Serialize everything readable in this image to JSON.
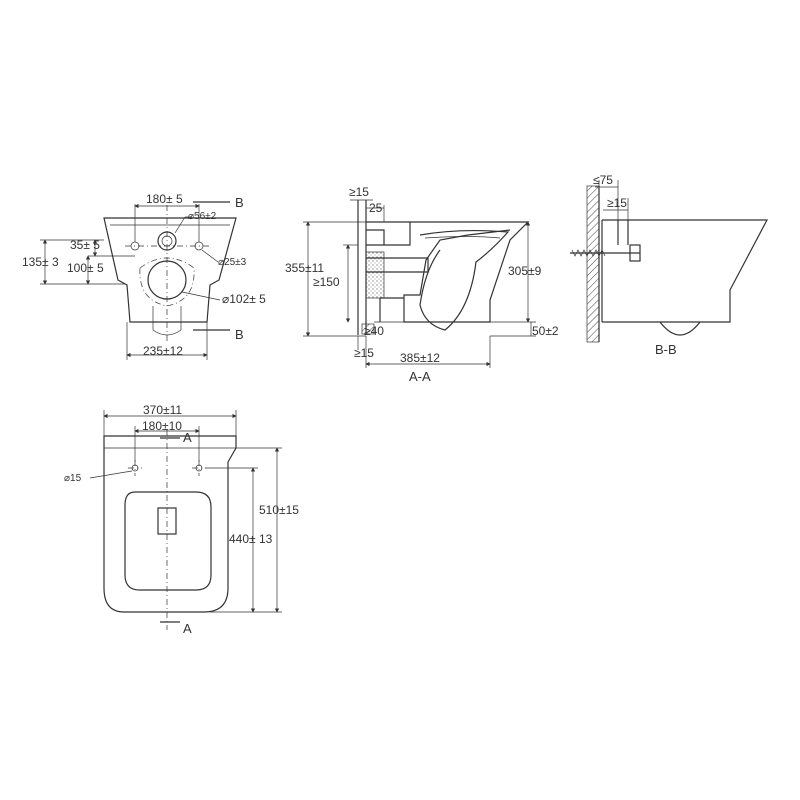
{
  "front_view": {
    "dim_top_width": "180± 5",
    "dim_bottom_width": "235±12",
    "dim_total_height": "135± 3",
    "dim_upper": "35± 5",
    "dim_mid": "100± 5",
    "dim_inlet_dia": "⌀56±2",
    "dim_bolt_dia": "⌀25±3",
    "dim_outlet_dia": "⌀102± 5",
    "section_mark_top": "B",
    "section_mark_bottom": "B"
  },
  "section_aa": {
    "dim_ge15_top": "≥15",
    "dim_25": "25",
    "dim_height_total": "355±11",
    "dim_ge150": "≥150",
    "dim_height_right": "305±9",
    "dim_50": "50±2",
    "dim_ge40": "≥40",
    "dim_ge15_bottom": "≥15",
    "dim_length": "385±12",
    "title": "A-A"
  },
  "section_bb": {
    "dim_le75": "≤75",
    "dim_ge15": "≥15",
    "title": "B-B"
  },
  "plan_view": {
    "dim_width": "370±11",
    "dim_bolt_spacing": "180±10",
    "section_mark_top": "A",
    "section_mark_bottom": "A",
    "dim_hole_dia": "⌀15",
    "dim_length_total": "510±15",
    "dim_length_inner": "440± 13"
  }
}
